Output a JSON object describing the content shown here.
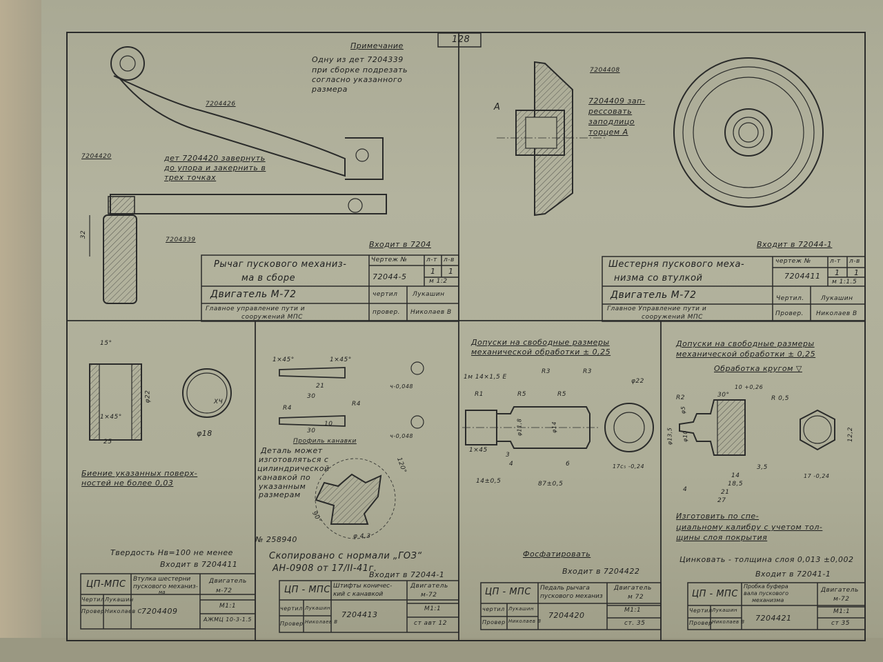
{
  "page_number": "128",
  "panel_lever": {
    "note_title": "Примечание",
    "note_lines": [
      "Одну из дет 7204339",
      "при сборке подрезать",
      "согласно указанного",
      "размера"
    ],
    "part_7204426": "7204426",
    "part_7204420": "7204420",
    "instruction_lines": [
      "дет 7204420 завернуть",
      "до упора и закернить в",
      "трех точках"
    ],
    "part_7204339": "7204339",
    "dim_32": "32",
    "enters": "Входит в 7204",
    "title_block": {
      "name_lines": [
        "Рычаг пускового механиз-",
        "ма в сборе"
      ],
      "drawing_no_label": "Чертеж №",
      "drawing_no": "72044-5",
      "sheet_label": "л-т",
      "sheets_label": "л-в",
      "sheet": "1",
      "sheets": "1",
      "scale": "м 1:2",
      "engine": "Двигатель М-72",
      "org_lines": [
        "Главное управление пути и",
        "сооружений МПС"
      ],
      "drawn_label": "чертил",
      "drawn_sign": "Лукашин",
      "checked_label": "провер.",
      "checked_by": "Николаев В"
    }
  },
  "panel_gear": {
    "part_7204408": "7204408",
    "note_lines": [
      "7204409 зап-",
      "рессовать",
      "заподлицо",
      "торцем А"
    ],
    "face_label": "А",
    "enters": "Входит в 72044-1",
    "title_block": {
      "name_lines": [
        "Шестерня пускового меха-",
        "низма со втулкой"
      ],
      "drawing_no_label": "чертеж №",
      "drawing_no": "7204411",
      "sheet_label": "л-т",
      "sheets_label": "л-в",
      "sheet": "1",
      "sheets": "1",
      "scale": "м 1:1.5",
      "engine": "Двигатель М-72",
      "org_lines": [
        "Главное Управление пути и",
        "сооружений МПС"
      ],
      "drawn_label": "Чертил.",
      "drawn_sign": "Лукашин",
      "checked_label": "Провер.",
      "checked_by": "Николаев В"
    }
  },
  "panel_bushing": {
    "dims": [
      "15°",
      "1×45°",
      "25",
      "φ22",
      "φ18",
      "ХЧ"
    ],
    "runout_lines": [
      "Биение указанных поверх-",
      "ностей не более 0,03"
    ],
    "hardness": "Твердость Hв=100 не менее",
    "enters": "Входит в 7204411",
    "title_block": {
      "org": "ЦП-МПС",
      "name_lines": [
        "Втулка шестерни",
        "пускового механиз-",
        "ма"
      ],
      "engine_lines": [
        "Двигатель",
        "м-72"
      ],
      "drawn_label": "Чертил",
      "drawn_sign": "Лукашин",
      "checked_label": "Провер",
      "checked_by": "Николаев С",
      "part_no": "7204409",
      "scale": "М1:1",
      "material": "АЖМЦ 10-3-1.5"
    }
  },
  "panel_pin": {
    "dims": [
      "1×45°",
      "1×45°",
      "21",
      "30",
      "R4",
      "R4",
      "10",
      "30",
      "ч-0,048",
      "ч-0,048",
      "120°",
      "90°",
      "φ 4,3"
    ],
    "profile_label": "Профиль канавки",
    "note_lines": [
      "Деталь может",
      "изготовляться с",
      "цилиндрической",
      "канавкой по",
      "указанным",
      "размерам"
    ],
    "patent_no": "№ 258940",
    "copied_line1": "Скопировано с нормали „ГОЗ“",
    "copied_line2": "АН-0908 от 17/II-41г.",
    "enters": "Входит в 72044-1",
    "title_block": {
      "org": "ЦП - МПС",
      "name_lines": [
        "Штифты коничес-",
        "кий с канавкой"
      ],
      "engine_lines": [
        "Двигатель",
        "м-72"
      ],
      "drawn_label": "чертил",
      "drawn_sign": "Лукашин",
      "checked_label": "Провер",
      "checked_by": "Николаев В",
      "part_no": "7204413",
      "scale": "М1:1",
      "material": "ст авт 12"
    }
  },
  "panel_pedal": {
    "tolerance_lines": [
      "Допуски на свободные размеры",
      "механической обработки ± 0,25"
    ],
    "dims": [
      "1м 14×1,5 Е",
      "R3",
      "R3",
      "R1",
      "R5",
      "R5",
      "φ11,8",
      "φ14",
      "1×45",
      "3",
      "4",
      "14±0,5",
      "87±0,5",
      "6",
      "φ22",
      "17c₅ -0,24"
    ],
    "finish": "Фосфатировать",
    "enters": "Входит в 7204422",
    "title_block": {
      "org": "ЦП - МПС",
      "name_lines": [
        "Педаль рычага",
        "пускового механиз"
      ],
      "engine_lines": [
        "Двигатель",
        "м 72"
      ],
      "drawn_label": "чертил",
      "drawn_sign": "Лукашин",
      "checked_label": "Провер",
      "checked_by": "Николаев В",
      "part_no": "7204420",
      "scale": "М1:1",
      "material": "ст. 35"
    }
  },
  "panel_plug": {
    "tolerance_lines": [
      "Допуски на свободные размеры",
      "механической обработки ± 0,25"
    ],
    "machining": "Обработка кругом ▽",
    "dims": [
      "R2",
      "30°",
      "10 +0,26",
      "R 0,5",
      "φ5",
      "φ10",
      "φ13,5",
      "14",
      "18,5",
      "21",
      "27",
      "3,5",
      "4",
      "12,2",
      "17 -0,24"
    ],
    "make_lines": [
      "Изготовить по спе-",
      "циальному калибру с учетом тол-",
      "щины слоя покрытия"
    ],
    "zinc": "Цинковать - толщина слоя 0,013 ±0,002",
    "enters": "Входит в 72041-1",
    "title_block": {
      "org": "ЦП - МПС",
      "name_lines": [
        "Пробка буфера",
        "вала пускового",
        "механизма"
      ],
      "engine_lines": [
        "Двигатель",
        "м-72"
      ],
      "drawn_label": "Чертил",
      "drawn_sign": "Лукашин",
      "checked_label": "Провер",
      "checked_by": "Николаев В",
      "part_no": "7204421",
      "scale": "М1:1",
      "material": "ст 35"
    }
  }
}
